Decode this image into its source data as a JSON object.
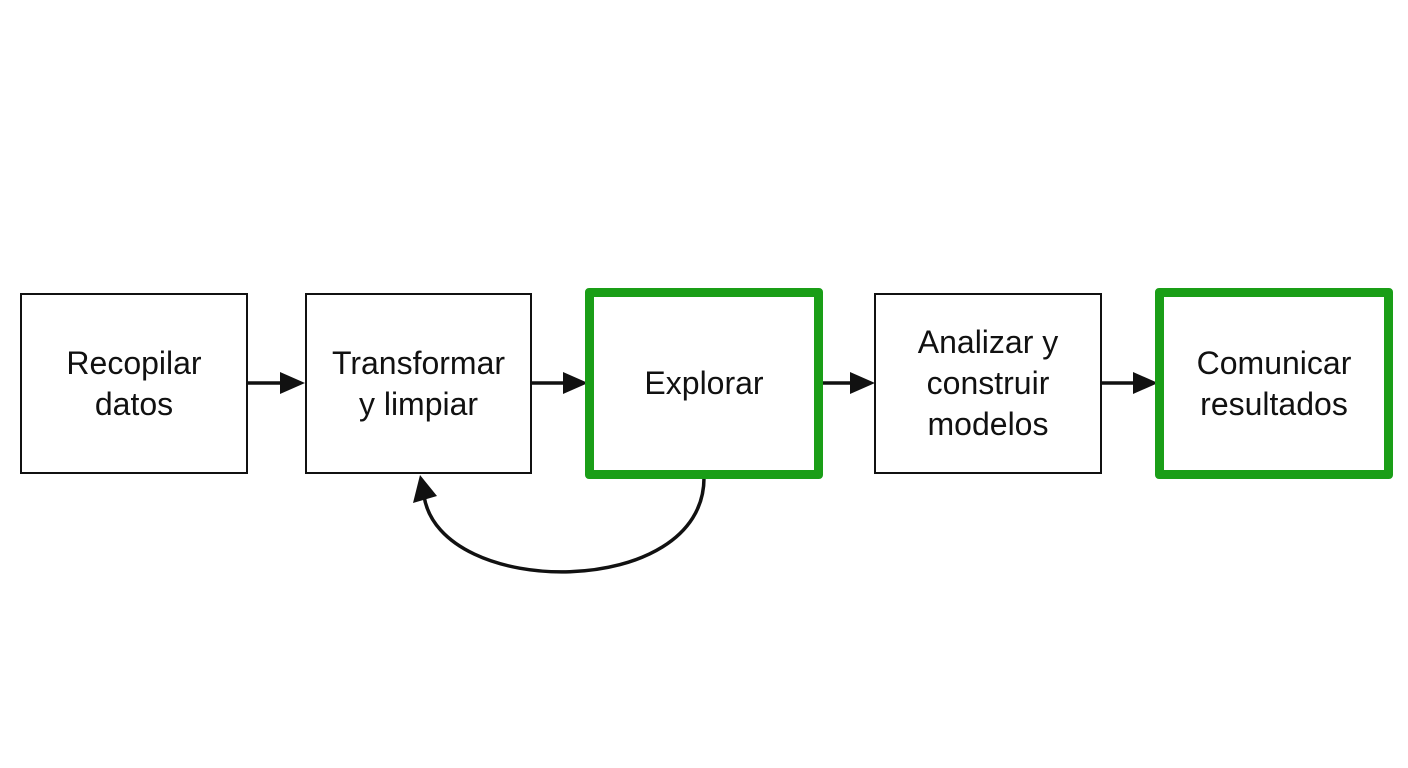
{
  "colors": {
    "highlight_border": "#1a9e17",
    "default_border": "#111111",
    "arrow": "#111111",
    "background": "#ffffff"
  },
  "nodes": [
    {
      "id": "recopilar-datos",
      "label": "Recopilar\ndatos",
      "highlighted": false
    },
    {
      "id": "transformar-y-limpiar",
      "label": "Transformar\ny limpiar",
      "highlighted": false
    },
    {
      "id": "explorar",
      "label": "Explorar",
      "highlighted": true
    },
    {
      "id": "analizar-y-construir-modelos",
      "label": "Analizar y\nconstruir\nmodelos",
      "highlighted": false
    },
    {
      "id": "comunicar-resultados",
      "label": "Comunicar\nresultados",
      "highlighted": true
    }
  ],
  "edges": [
    {
      "from": "recopilar-datos",
      "to": "transformar-y-limpiar",
      "kind": "straight"
    },
    {
      "from": "transformar-y-limpiar",
      "to": "explorar",
      "kind": "straight"
    },
    {
      "from": "explorar",
      "to": "analizar-y-construir-modelos",
      "kind": "straight"
    },
    {
      "from": "analizar-y-construir-modelos",
      "to": "comunicar-resultados",
      "kind": "straight"
    },
    {
      "from": "explorar",
      "to": "transformar-y-limpiar",
      "kind": "feedback-curve"
    }
  ]
}
